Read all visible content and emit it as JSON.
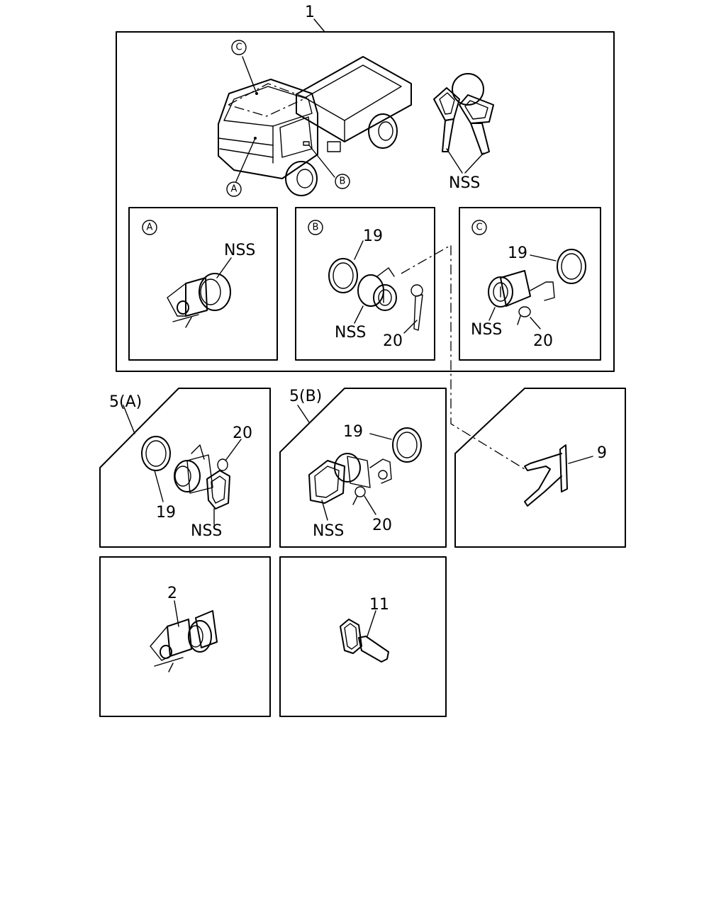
{
  "callouts": {
    "assembly": "1",
    "lock_a": "A",
    "lock_b": "B",
    "lock_c": "C",
    "nss": "NSS",
    "seal": "19",
    "lever": "20",
    "set_a": "5(A)",
    "set_b": "5(B)",
    "clip": "9",
    "cylinder": "2",
    "key": "11"
  }
}
